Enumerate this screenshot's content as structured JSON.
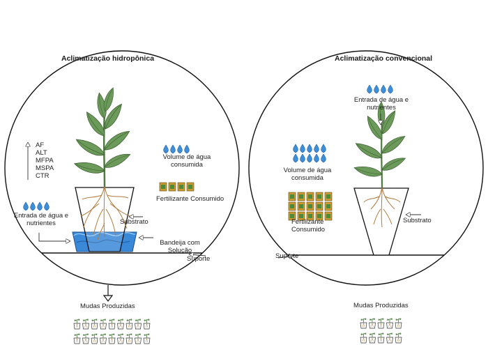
{
  "left": {
    "title": "Aclimatização hidropônica",
    "indicators": [
      "AF",
      "ALT",
      "MFPA",
      "MSPA",
      "CTR"
    ],
    "water_label": "Volume de água consumida",
    "water_drops": 4,
    "fertilizer_label": "Fertilizante Consumido",
    "fertilizer_bags": 4,
    "inlet_label": "Entrada de água e nutrientes",
    "inlet_drops": 4,
    "substrate_label": "Substrato",
    "tray_label": "Bandeija com Solução",
    "support_label": "Suporte",
    "output_label": "Mudas Produzidas",
    "seedling_rows": 2,
    "seedlings_per_row": 9
  },
  "right": {
    "title": "Aclimatização convencional",
    "inlet_label": "Entrada de água e nutrientes",
    "inlet_drops": 4,
    "water_label": "Volume de água consumida",
    "water_drops": 10,
    "fertilizer_label": "Fertilizante Consumido",
    "fertilizer_bags": 15,
    "substrate_label": "Substrato",
    "support_label": "Suporte",
    "output_label": "Mudas Produzidas",
    "seedling_rows": 2,
    "seedlings_per_row": 5
  },
  "colors": {
    "water": "#3f8fd8",
    "tray": "#2f7fd0",
    "root": "#b07a3c",
    "leaf": "#5f8a52",
    "bag": "#c79a34"
  }
}
